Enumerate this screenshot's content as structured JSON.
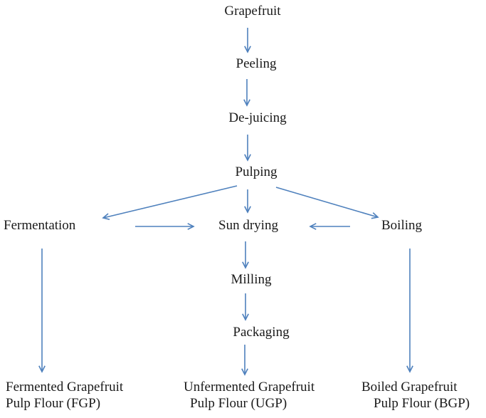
{
  "diagram": {
    "nodes": {
      "grapefruit": "Grapefruit",
      "peeling": "Peeling",
      "dejuicing": "De-juicing",
      "pulping": "Pulping",
      "fermentation": "Fermentation",
      "sun_drying": "Sun drying",
      "boiling": "Boiling",
      "milling": "Milling",
      "packaging": "Packaging",
      "fgp_line1": "Fermented Grapefruit",
      "fgp_line2": "Pulp Flour (FGP)",
      "ugp_line1": "Unfermented Grapefruit",
      "ugp_line2": "Pulp Flour (UGP)",
      "bgp_line1": "Boiled Grapefruit",
      "bgp_line2": "Pulp Flour (BGP)"
    },
    "edges": [
      {
        "from": "Grapefruit",
        "to": "Peeling"
      },
      {
        "from": "Peeling",
        "to": "De-juicing"
      },
      {
        "from": "De-juicing",
        "to": "Pulping"
      },
      {
        "from": "Pulping",
        "to": "Fermentation"
      },
      {
        "from": "Pulping",
        "to": "Sun drying"
      },
      {
        "from": "Pulping",
        "to": "Boiling"
      },
      {
        "from": "Fermentation",
        "to": "Sun drying"
      },
      {
        "from": "Boiling",
        "to": "Sun drying"
      },
      {
        "from": "Sun drying",
        "to": "Milling"
      },
      {
        "from": "Milling",
        "to": "Packaging"
      },
      {
        "from": "Packaging",
        "to": "Unfermented Grapefruit Pulp Flour (UGP)"
      },
      {
        "from": "Fermentation",
        "to": "Fermented Grapefruit Pulp Flour (FGP)"
      },
      {
        "from": "Boiling",
        "to": "Boiled Grapefruit Pulp Flour (BGP)"
      }
    ],
    "colors": {
      "arrow": "#4f81bd",
      "text": "#1a1a1a",
      "background": "#ffffff"
    }
  }
}
